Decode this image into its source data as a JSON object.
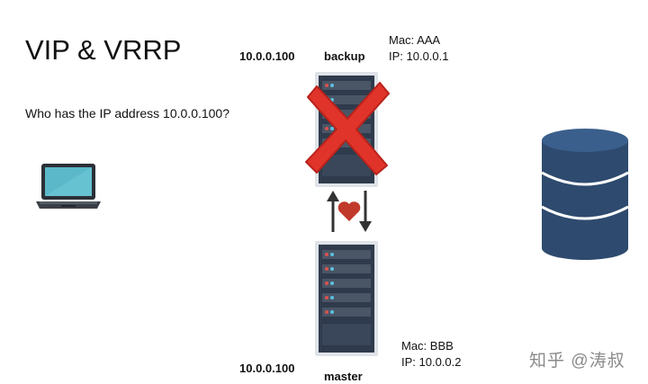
{
  "title": "VIP & VRRP",
  "question": "Who has the IP address 10.0.0.100?",
  "backup": {
    "vip": "10.0.0.100",
    "role": "backup",
    "mac": "Mac: AAA",
    "ip": "IP: 10.0.0.1",
    "status": "failed"
  },
  "master": {
    "vip": "10.0.0.100",
    "role": "master",
    "mac": "Mac: BBB",
    "ip": "IP: 10.0.0.2"
  },
  "watermark": "知乎 @涛叔",
  "icons": {
    "client": "laptop-icon",
    "backup_server": "server-rack-icon",
    "master_server": "server-rack-icon",
    "failure": "x-mark-icon",
    "heartbeat": "heart-icon",
    "storage": "database-icon"
  },
  "colors": {
    "server_body": "#2f3b4c",
    "server_slot": "#4a5566",
    "server_led_red": "#d9534f",
    "server_led_blue": "#5bc0de",
    "failure_x": "#e0342b",
    "heart": "#c0392b",
    "database": "#2e4a6e",
    "laptop_screen": "#5bb8c8"
  }
}
